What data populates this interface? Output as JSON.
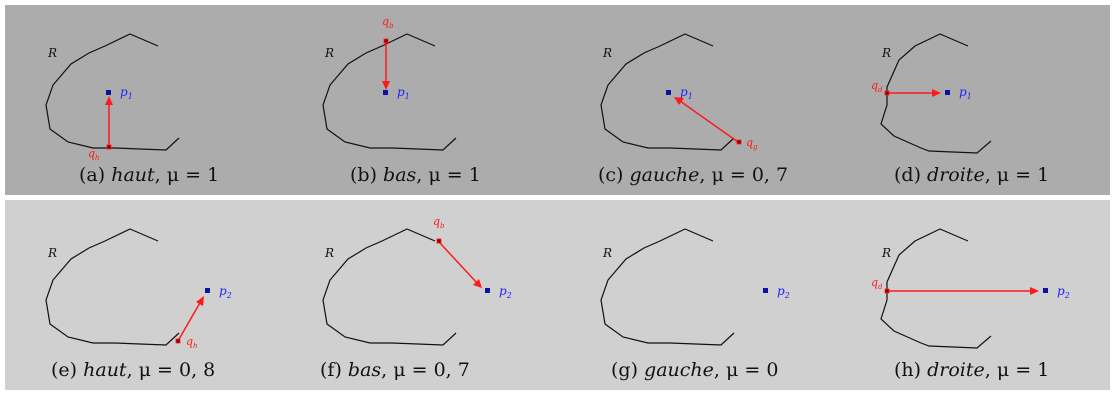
{
  "panels": [
    {
      "sub": "(a)",
      "dir": "haut",
      "mu": "μ = 1",
      "point": "p1",
      "q": "qh",
      "R": "R",
      "p_label": "p",
      "p_sub": "1",
      "q_label": "q",
      "q_sub": "h"
    },
    {
      "sub": "(b)",
      "dir": "bas",
      "mu": "μ = 1",
      "point": "p1",
      "q": "qb",
      "R": "R",
      "p_label": "p",
      "p_sub": "1",
      "q_label": "q",
      "q_sub": "b"
    },
    {
      "sub": "(c)",
      "dir": "gauche",
      "mu": "μ = 0, 7",
      "point": "p1",
      "q": "qg",
      "R": "R",
      "p_label": "p",
      "p_sub": "1",
      "q_label": "q",
      "q_sub": "g"
    },
    {
      "sub": "(d)",
      "dir": "droite",
      "mu": "μ = 1",
      "point": "p1",
      "q": "qd",
      "R": "R",
      "p_label": "p",
      "p_sub": "1",
      "q_label": "q",
      "q_sub": "d"
    },
    {
      "sub": "(e)",
      "dir": "haut",
      "mu": "μ = 0, 8",
      "point": "p2",
      "q": "qh",
      "R": "R",
      "p_label": "p",
      "p_sub": "2",
      "q_label": "q",
      "q_sub": "h"
    },
    {
      "sub": "(f)",
      "dir": "bas",
      "mu": "μ = 0, 7",
      "point": "p2",
      "q": "qb",
      "R": "R",
      "p_label": "p",
      "p_sub": "2",
      "q_label": "q",
      "q_sub": "b"
    },
    {
      "sub": "(g)",
      "dir": "gauche",
      "mu": "μ = 0",
      "point": "p2",
      "q": "",
      "R": "R",
      "p_label": "p",
      "p_sub": "2",
      "q_label": "",
      "q_sub": ""
    },
    {
      "sub": "(h)",
      "dir": "droite",
      "mu": "μ = 1",
      "point": "p2",
      "q": "qd",
      "R": "R",
      "p_label": "p",
      "p_sub": "2",
      "q_label": "q",
      "q_sub": "d"
    }
  ],
  "colors": {
    "region_line": "#111111",
    "point": "#1010a0",
    "point_label": "#2020ff",
    "arrow": "#ff1a1a",
    "row1_bg": "#acacac",
    "row2_bg": "#d0d0d0"
  }
}
